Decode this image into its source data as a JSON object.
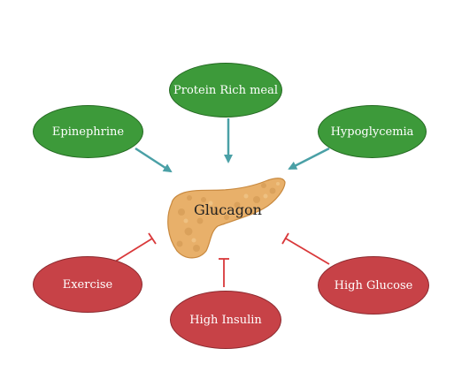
{
  "center": {
    "label": "Glucagon"
  },
  "stimulators": [
    {
      "label": "Protein Rich meal"
    },
    {
      "label": "Epinephrine"
    },
    {
      "label": "Hypoglycemia"
    }
  ],
  "inhibitors": [
    {
      "label": "Exercise"
    },
    {
      "label": "High Insulin"
    },
    {
      "label": "High Glucose"
    }
  ],
  "colors": {
    "stimulator_fill": "#3d9a3a",
    "inhibitor_fill": "#c74247",
    "stimulator_arrow": "#4aa0a6",
    "inhibitor_line": "#d9383a",
    "pancreas": "#e8b06a"
  }
}
